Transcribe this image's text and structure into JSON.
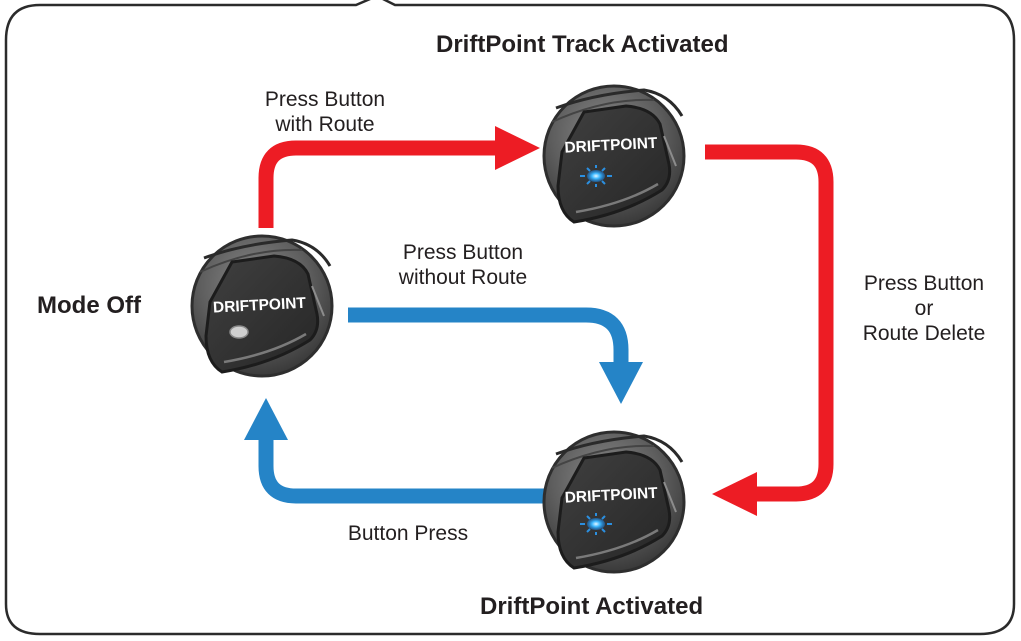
{
  "states": {
    "mode_off": {
      "title": "Mode Off",
      "button_text": "DRIFTPOINT",
      "led": "off"
    },
    "track_activated": {
      "title": "DriftPoint Track Activated",
      "button_text": "DRIFTPOINT",
      "led": "blue-flashing"
    },
    "activated": {
      "title": "DriftPoint Activated",
      "button_text": "DRIFTPOINT",
      "led": "blue-flashing"
    }
  },
  "transitions": {
    "off_to_track": {
      "line1": "Press Button",
      "line2": "with Route",
      "color": "#ed1c24"
    },
    "off_to_activated": {
      "line1": "Press Button",
      "line2": "without Route",
      "color": "#2584c7"
    },
    "track_to_activated": {
      "line1": "Press Button",
      "line2": "or",
      "line3": "Route Delete",
      "color": "#ed1c24"
    },
    "activated_to_off": {
      "line1": "Button Press",
      "color": "#2584c7"
    }
  },
  "colors": {
    "red_arrow": "#ed1c24",
    "blue_arrow": "#2584c7",
    "frame": "#2b2b2b",
    "led_blue": "#39b4ff"
  }
}
